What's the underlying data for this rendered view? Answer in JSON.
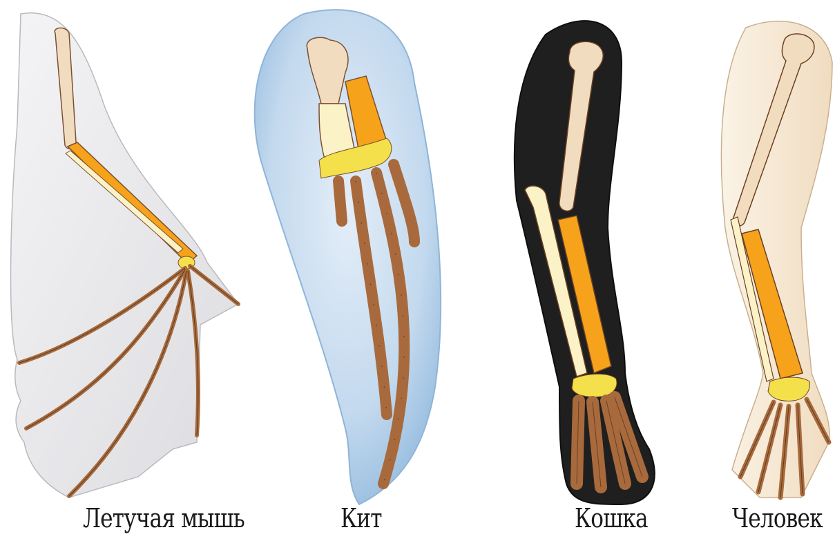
{
  "labels": {
    "bat": "Летучая мышь",
    "whale": "Кит",
    "cat": "Кошка",
    "human": "Человек"
  },
  "colors": {
    "humerus": "#f2dcc0",
    "radius": "#f7a21b",
    "ulna": "#fbf2c8",
    "carpals": "#f4e04a",
    "phalanges": "#a86a3c",
    "bat_wing": "#e9e9eb",
    "whale_flipper": "#c6dcef",
    "cat_leg": "#1f1f1f",
    "human_arm": "#f5e6cf"
  }
}
